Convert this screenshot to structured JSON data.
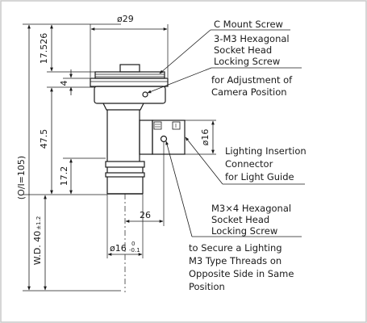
{
  "dimensions": {
    "top_diameter": "ø29",
    "upper_height": "17.526",
    "collar_height": "4",
    "body_length": "47.5",
    "lower_length": "17.2",
    "overall_length": "(O/I=105)",
    "working_distance": "W.D. 40",
    "working_distance_tolerance": "±1.2",
    "connector_diameter": "ø16",
    "connector_offset": "26",
    "tip_diameter": "ø16",
    "tip_tolerance_upper": "0",
    "tip_tolerance_lower": "-0.1"
  },
  "callouts": {
    "c_mount": [
      "C Mount Screw"
    ],
    "m3_hex": [
      "3-M3 Hexagonal",
      "Socket Head",
      "Locking Screw"
    ],
    "adjust": [
      "for Adjustment of",
      "Camera Position"
    ],
    "lighting": [
      "Lighting Insertion",
      "Connector",
      "for Light Guide"
    ],
    "m3x4": [
      "M3×4 Hexagonal",
      "Socket Head",
      "Locking Screw"
    ],
    "secure": [
      "to Secure a Lighting",
      "M3 Type Threads on",
      "Opposite Side in Same",
      "Position"
    ]
  },
  "colors": {
    "ink": "#1a1a1a",
    "background": "#ffffff",
    "frame": "#c8c8c8"
  }
}
